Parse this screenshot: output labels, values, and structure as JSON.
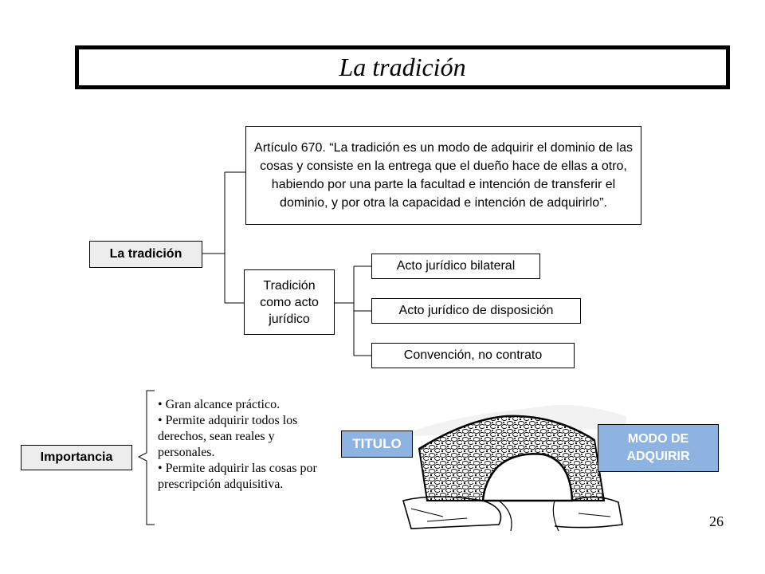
{
  "title": "La tradición",
  "root": {
    "label": "La tradición"
  },
  "article": {
    "text": "Artículo 670. “La tradición es un modo de adquirir el dominio de las cosas y consiste en la entrega que el dueño hace de ellas a otro, habiendo por una parte la facultad e intención de transferir el dominio, y por otra la capacidad e intención de adquirirlo”."
  },
  "acto": {
    "label": "Tradición como acto jurídico",
    "children": [
      "Acto jurídico bilateral",
      "Acto jurídico de disposición",
      "Convención, no contrato"
    ]
  },
  "importancia": {
    "label": "Importancia",
    "bullets": [
      "Gran alcance práctico.",
      "Permite adquirir todos los derechos, sean reales y personales.",
      "Permite adquirir las cosas por prescripción adquisitiva."
    ]
  },
  "bridge": {
    "left_label": "TITULO",
    "right_label": "MODO DE ADQUIRIR"
  },
  "page_number": "26",
  "colors": {
    "blue_box": "#8db3e2",
    "grey_box": "#ededed"
  }
}
